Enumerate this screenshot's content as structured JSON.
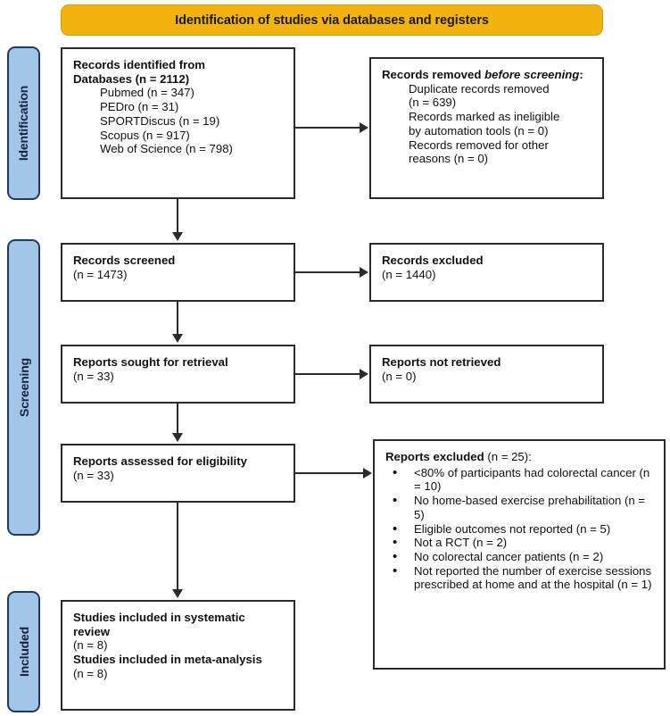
{
  "banner": {
    "title": "Identification of studies via databases and registers"
  },
  "stages": [
    {
      "name": "identification",
      "label": "Identification"
    },
    {
      "name": "screening",
      "label": "Screening"
    },
    {
      "name": "included",
      "label": "Included"
    }
  ],
  "boxes": {
    "identified": {
      "heading_line1": "Records identified from",
      "heading_line2": "Databases (n = 2112)",
      "sources": [
        "Pubmed (n = 347)",
        "PEDro (n = 31)",
        "SPORTDiscus (n = 19)",
        "Scopus (n = 917)",
        "Web of Science (n = 798)"
      ]
    },
    "removed": {
      "heading_a": "Records removed ",
      "heading_b": "before screening",
      "heading_c": ":",
      "lines": [
        "Duplicate records removed",
        "(n = 639)",
        "Records marked as ineligible",
        "by automation tools (n = 0)",
        "Records removed for other",
        "reasons (n = 0)"
      ]
    },
    "screened": {
      "title": "Records screened",
      "count": "(n = 1473)"
    },
    "excluded": {
      "title": "Records excluded",
      "count": "(n = 1440)"
    },
    "sought": {
      "title": "Reports sought for retrieval",
      "count": "(n = 33)"
    },
    "not_retrieved": {
      "title": "Reports not retrieved",
      "count": "(n = 0)"
    },
    "assessed": {
      "title": "Reports assessed for eligibility",
      "count": "(n = 33)"
    },
    "reports_excluded": {
      "title": "Reports excluded",
      "count": " (n = 25):",
      "reasons": [
        "<80% of participants had colorectal cancer (n = 10)",
        "No home-based exercise prehabilitation (n = 5)",
        "Eligible outcomes not reported (n = 5)",
        "Not a RCT (n = 2)",
        "No colorectal cancer patients (n = 2)",
        "Not reported the number of exercise sessions prescribed at home and at the hospital (n = 1)"
      ]
    },
    "included": {
      "title1": "Studies included in systematic review",
      "count1": "(n = 8)",
      "title2": "Studies included in meta-analysis",
      "count2": "(n = 8)"
    }
  },
  "colors": {
    "banner_fill": "#F2B30C",
    "banner_border": "#D49A08",
    "pill_fill": "#A2C6E8",
    "pill_border": "#1F3864",
    "box_border": "#2b2b2b",
    "text": "#111111"
  }
}
